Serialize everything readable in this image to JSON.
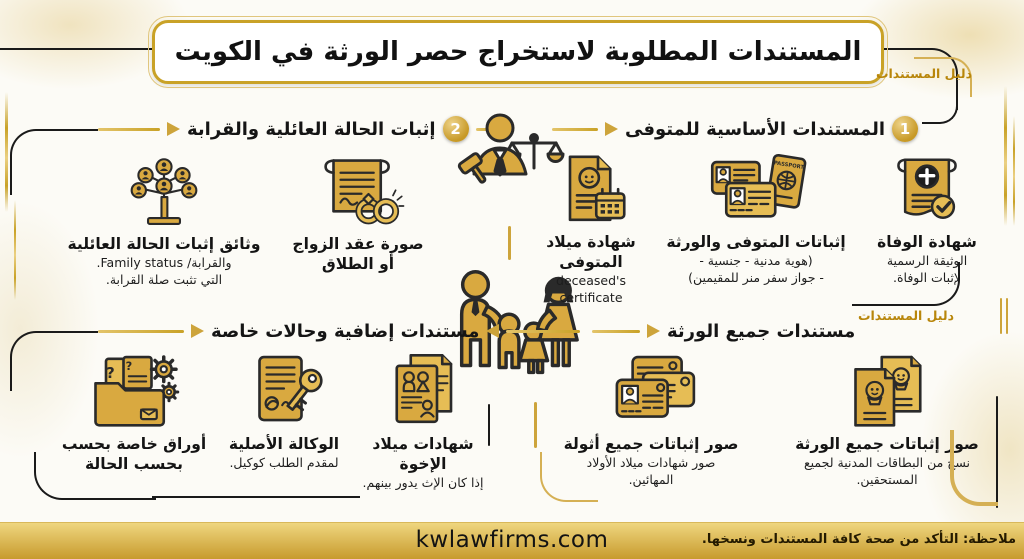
{
  "title": "المستندات المطلوبة لاستخراج حصر الورثة في الكويت",
  "guide_tag_top": "دليل المستندات",
  "guide_tag_mid": "دليل المستندات",
  "sections": {
    "basic": {
      "number": "1",
      "title": "المستندات الأساسية للمتوفى",
      "items": [
        {
          "icon": "death-certificate",
          "title": "شهادة الوفاة",
          "desc": "الوثيقة الرسمية\nلإثبات الوفاة."
        },
        {
          "icon": "id-passport",
          "title": "إثباتات المتوفى والورثة",
          "desc": "(هوية مدنية - جنسية -\n- جواز سفر منر للمقيمين)"
        },
        {
          "icon": "birth-certificate",
          "title": "شهادة ميلاد المتوفى",
          "desc": "deceased's\ncertificate"
        }
      ]
    },
    "family_status": {
      "number": "2",
      "title": "إثبات الحالة العائلية والقرابة",
      "items": [
        {
          "icon": "marriage-contract",
          "title": "صورة عقد الزواج\nأو الطلاق",
          "desc": ""
        },
        {
          "icon": "family-tree",
          "title": "وثائق إثبات الحالة العائلية",
          "desc": "والقرابة/ Family status.\nالتي تثبت صلة القرابة."
        }
      ]
    },
    "heirs": {
      "title": "مستندات جميع الورثة",
      "items": [
        {
          "icon": "heir-docs",
          "title": "صور إثباتات جميع الورثة",
          "desc": "نسخ من البطاقات المدنية لجميع\nالمستحقين."
        },
        {
          "icon": "id-cards",
          "title": "صور إثباتات جميع أثولة",
          "desc": "صور شهادات ميلاد الأولاد\nالمهائين."
        }
      ]
    },
    "extra": {
      "title": "مستندات إضافية وحالات خاصة",
      "items": [
        {
          "icon": "special-folder",
          "title": "أوراق خاصة بحسب\nبحسب الحالة",
          "desc": ""
        },
        {
          "icon": "power-of-attorney",
          "title": "الوكالة الأصلية",
          "desc": "لمقدم الطلب كوكيل."
        },
        {
          "icon": "sibling-certs",
          "title": "شهادات ميلاد الإخوة",
          "desc": "إذا كان الإث يدور بينهم."
        }
      ]
    }
  },
  "center": {
    "judge_icon": "judge-scales",
    "family_icon": "family"
  },
  "footer": {
    "website": "kwlawfirms.com",
    "note": "ملاحظة: التأكد من صحة كافة المستندات ونسخها."
  },
  "colors": {
    "gold": "#C9A227",
    "ink": "#1b1b1b",
    "footer_top": "#EFD67F",
    "footer_bottom": "#C6992B"
  }
}
